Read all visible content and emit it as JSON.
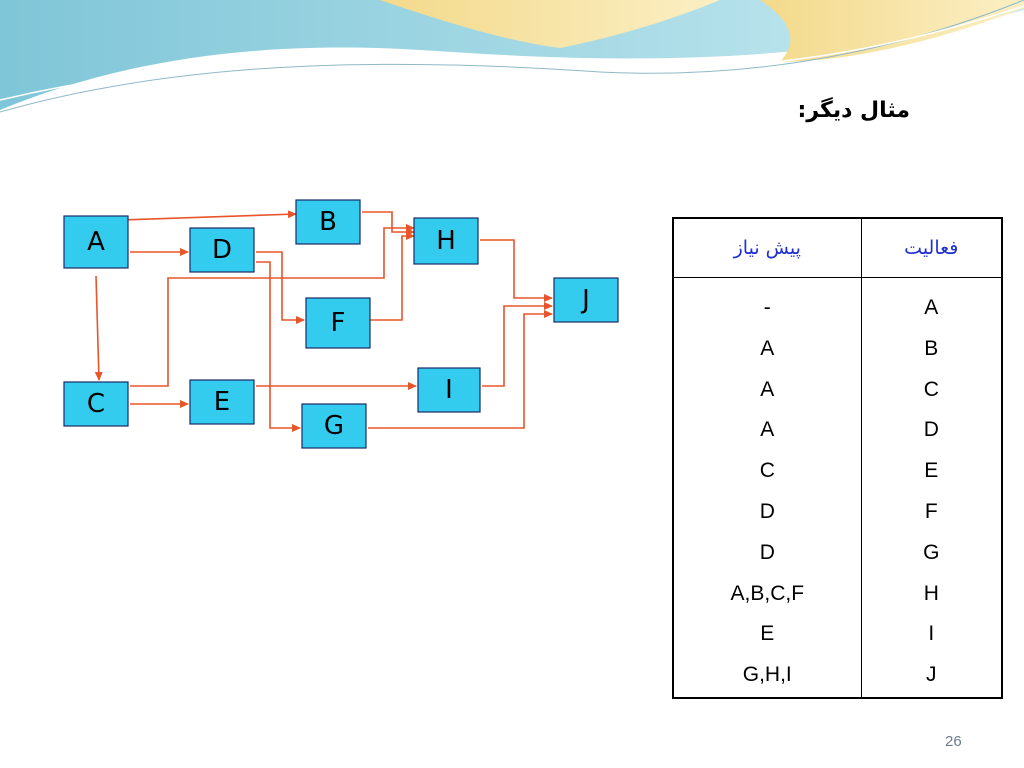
{
  "slide": {
    "title": "مثال دیگر:",
    "page_number": "26"
  },
  "diagram": {
    "nodes": [
      "A",
      "B",
      "C",
      "D",
      "E",
      "F",
      "G",
      "H",
      "I",
      "J"
    ],
    "edges": [
      [
        "A",
        "B"
      ],
      [
        "A",
        "C"
      ],
      [
        "A",
        "D"
      ],
      [
        "B",
        "H"
      ],
      [
        "C",
        "E"
      ],
      [
        "C",
        "H"
      ],
      [
        "D",
        "F"
      ],
      [
        "D",
        "G"
      ],
      [
        "E",
        "I"
      ],
      [
        "F",
        "H"
      ],
      [
        "G",
        "J"
      ],
      [
        "H",
        "J"
      ],
      [
        "I",
        "J"
      ]
    ]
  },
  "table": {
    "headers": {
      "activity": "فعالیت",
      "prerequisite": "پیش نیاز"
    },
    "rows": [
      {
        "activity": "A",
        "prerequisite": "-"
      },
      {
        "activity": "B",
        "prerequisite": "A"
      },
      {
        "activity": "C",
        "prerequisite": "A"
      },
      {
        "activity": "D",
        "prerequisite": "A"
      },
      {
        "activity": "E",
        "prerequisite": "C"
      },
      {
        "activity": "F",
        "prerequisite": "D"
      },
      {
        "activity": "G",
        "prerequisite": "D"
      },
      {
        "activity": "H",
        "prerequisite": "A,B,C,F"
      },
      {
        "activity": "I",
        "prerequisite": "E"
      },
      {
        "activity": "J",
        "prerequisite": "G,H,I"
      }
    ]
  },
  "colors": {
    "node_fill": "#33ccee",
    "edge": "#e8552a",
    "header_text": "#1f2fd0"
  }
}
